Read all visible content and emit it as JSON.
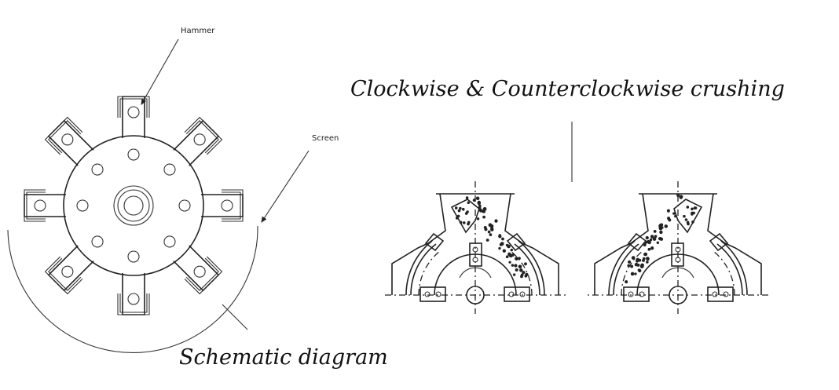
{
  "labels": {
    "hammer": "Hammer",
    "screen": "Screen"
  },
  "titles": {
    "crushing": "Clockwise &  Counterclockwise crushing",
    "schematic": "Schematic diagram"
  },
  "colors": {
    "line": "#222222",
    "background": "#ffffff"
  }
}
